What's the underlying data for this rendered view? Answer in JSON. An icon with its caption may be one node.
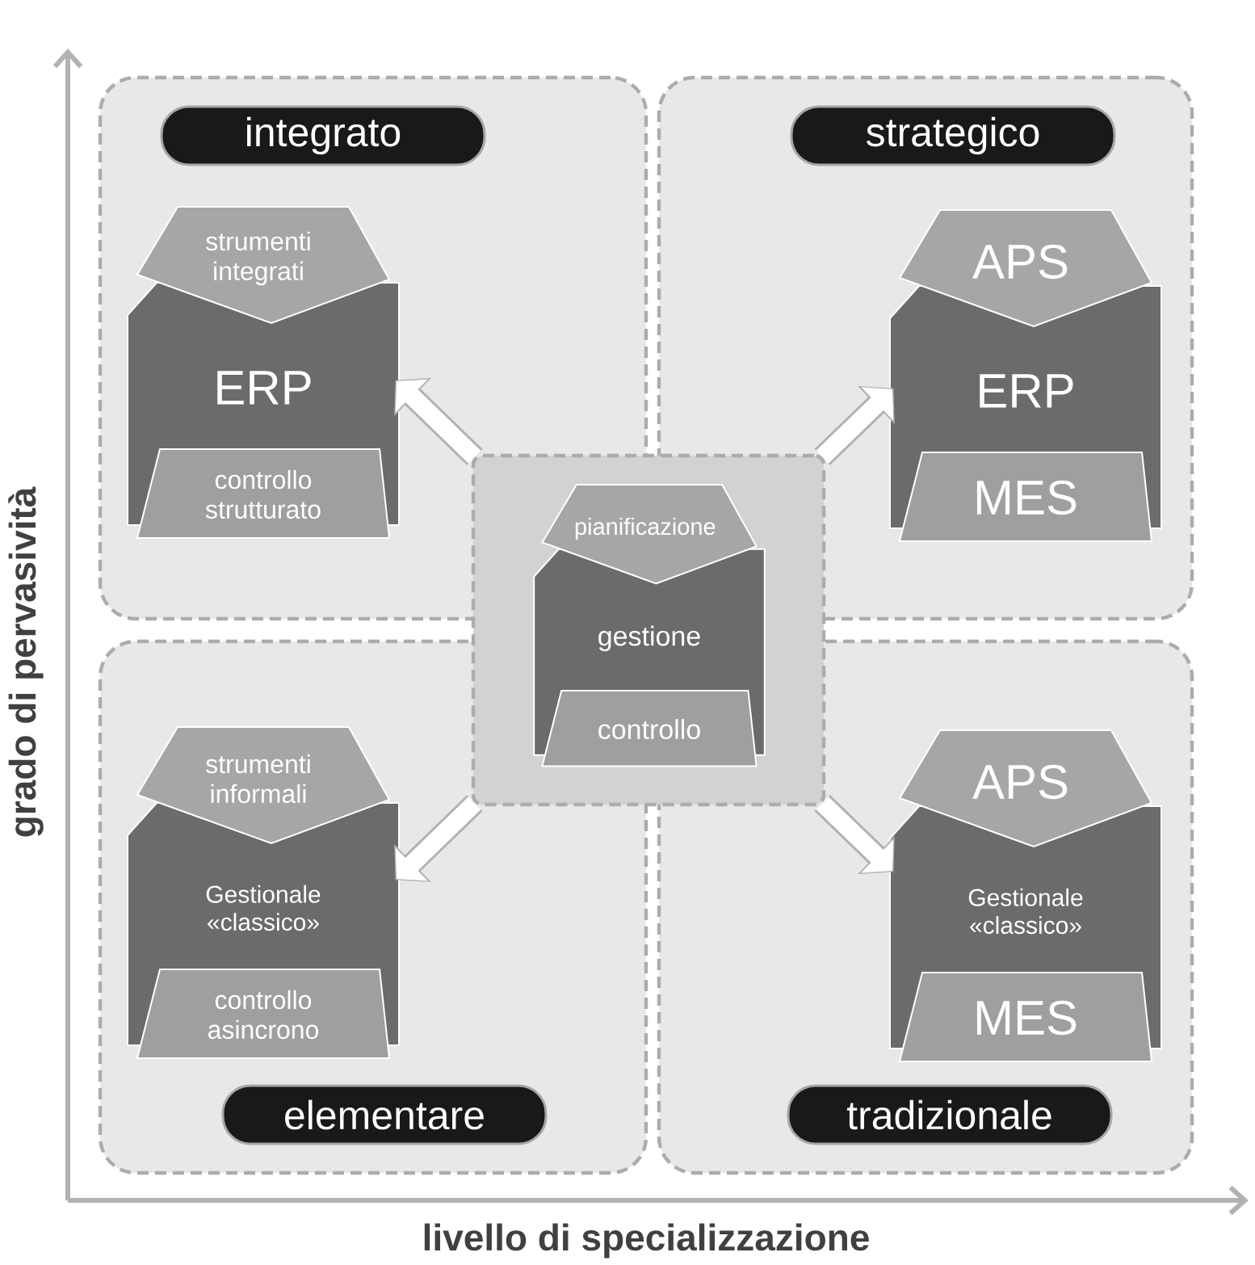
{
  "diagram": {
    "nodes": [
      {
        "text": [],
        "shape": "box"
      },
      {
        "text": [
          "integrato"
        ],
        "in": 0
      },
      {
        "text": [
          "strumenti integrati"
        ],
        "in": 0
      },
      {
        "text": [
          "ERP"
        ],
        "in": 0
      },
      {
        "text": [
          "controllo strutturato"
        ],
        "in": 0
      },
      {
        "text": [],
        "shape": "box"
      },
      {
        "text": [
          "strategico"
        ],
        "in": 5
      },
      {
        "text": [
          "APS"
        ],
        "in": 5
      },
      {
        "text": [
          "ERP"
        ],
        "in": 5
      },
      {
        "text": [
          "MES"
        ],
        "in": 5
      },
      {
        "text": [],
        "shape": "box"
      },
      {
        "text": [
          "pianificazione"
        ],
        "in": 10
      },
      {
        "text": [
          "gestione"
        ],
        "in": 10
      },
      {
        "text": [
          "controllo"
        ],
        "in": 10
      },
      {
        "text": [],
        "shape": "box"
      },
      {
        "text": [
          "strumenti informali"
        ],
        "in": 14
      },
      {
        "text": [
          "Gestionale «classico»"
        ],
        "in": 14
      },
      {
        "text": [
          "controllo asincrono"
        ],
        "in": 14
      },
      {
        "text": [
          "elementare"
        ],
        "in": 14
      },
      {
        "text": [],
        "shape": "box"
      },
      {
        "text": [
          "APS"
        ],
        "in": 19
      },
      {
        "text": [
          "Gestionale «classico»"
        ],
        "in": 19
      },
      {
        "text": [
          "MES"
        ],
        "in": 19
      },
      {
        "text": [
          "tradizionale"
        ],
        "in": 19
      }
    ],
    "edges": [
      {
        "from": 10,
        "to": 3,
        "arrow": "to"
      },
      {
        "from": 10,
        "to": 8,
        "arrow": "to"
      },
      {
        "from": 10,
        "to": 16,
        "arrow": "to"
      },
      {
        "from": 10,
        "to": 21,
        "arrow": "to"
      }
    ],
    "labels": [
      "grado di pervasività",
      "livello di specializzazione"
    ]
  }
}
